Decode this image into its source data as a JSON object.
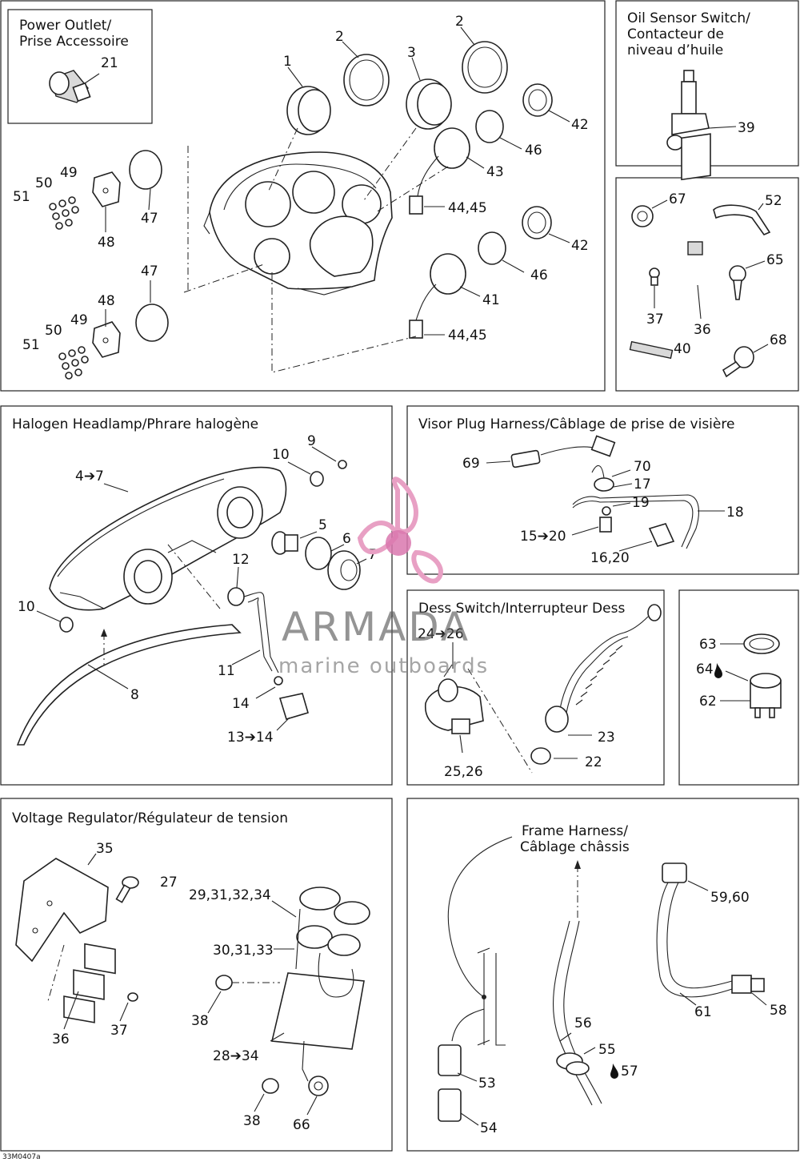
{
  "panels": {
    "power_outlet": {
      "title_l1": "Power Outlet/",
      "title_l2": "Prise Accessoire"
    },
    "oil_sensor": {
      "title_l1": "Oil Sensor Switch/",
      "title_l2": "Contacteur de",
      "title_l3": "niveau d’huile"
    },
    "headlamp": {
      "title": "Halogen Headlamp/Phrare halogène"
    },
    "visor": {
      "title": "Visor Plug Harness/Câblage de prise de visière"
    },
    "dess": {
      "title": "Dess Switch/Interrupteur Dess"
    },
    "regulator": {
      "title": "Voltage Regulator/Régulateur de tension"
    },
    "frame": {
      "title_l1": "Frame Harness/",
      "title_l2": "Câblage châssis"
    }
  },
  "labels": {
    "p21": "21",
    "p1": "1",
    "p2a": "2",
    "p3": "3",
    "p2b": "2",
    "p42a": "42",
    "p46a": "46",
    "p43": "43",
    "p44a": "44,45",
    "p42b": "42",
    "p46b": "46",
    "p41": "41",
    "p44b": "44,45",
    "p49a": "49",
    "p50a": "50",
    "p51a": "51",
    "p48a": "48",
    "p47a": "47",
    "p47b": "47",
    "p48b": "48",
    "p49b": "49",
    "p50b": "50",
    "p51b": "51",
    "p39": "39",
    "p67": "67",
    "p52": "52",
    "p65": "65",
    "p37a": "37",
    "p36a": "36",
    "p40": "40",
    "p68": "68",
    "p9": "9",
    "p10a": "10",
    "p4": "4➔7",
    "p5": "5",
    "p6": "6",
    "p7": "7",
    "p12": "12",
    "p10b": "10",
    "p11": "11",
    "p8": "8",
    "p14": "14",
    "p13": "13➔14",
    "p69": "69",
    "p70": "70",
    "p17": "17",
    "p19": "19",
    "p18": "18",
    "p15": "15➔20",
    "p16": "16,20",
    "p24": "24➔26",
    "p23": "23",
    "p22": "22",
    "p25": "25,26",
    "p63": "63",
    "p64": "64",
    "p62": "62",
    "p35": "35",
    "p27": "27",
    "p29": "29,31,32,34",
    "p30": "30,31,33",
    "p38a": "38",
    "p28": "28➔34",
    "p36b": "36",
    "p37b": "37",
    "p38b": "38",
    "p66": "66",
    "p59": "59,60",
    "p61": "61",
    "p58": "58",
    "p56": "56",
    "p55": "55",
    "p57": "57",
    "p53": "53",
    "p54": "54"
  },
  "watermark": {
    "brand": "ARMADA",
    "tagline": "marine outboards"
  },
  "footer": {
    "code": "33M0407a"
  },
  "colors": {
    "logo_pink": "#e8a0c4",
    "logo_magenta": "#d977ae",
    "ink": "#222222"
  }
}
